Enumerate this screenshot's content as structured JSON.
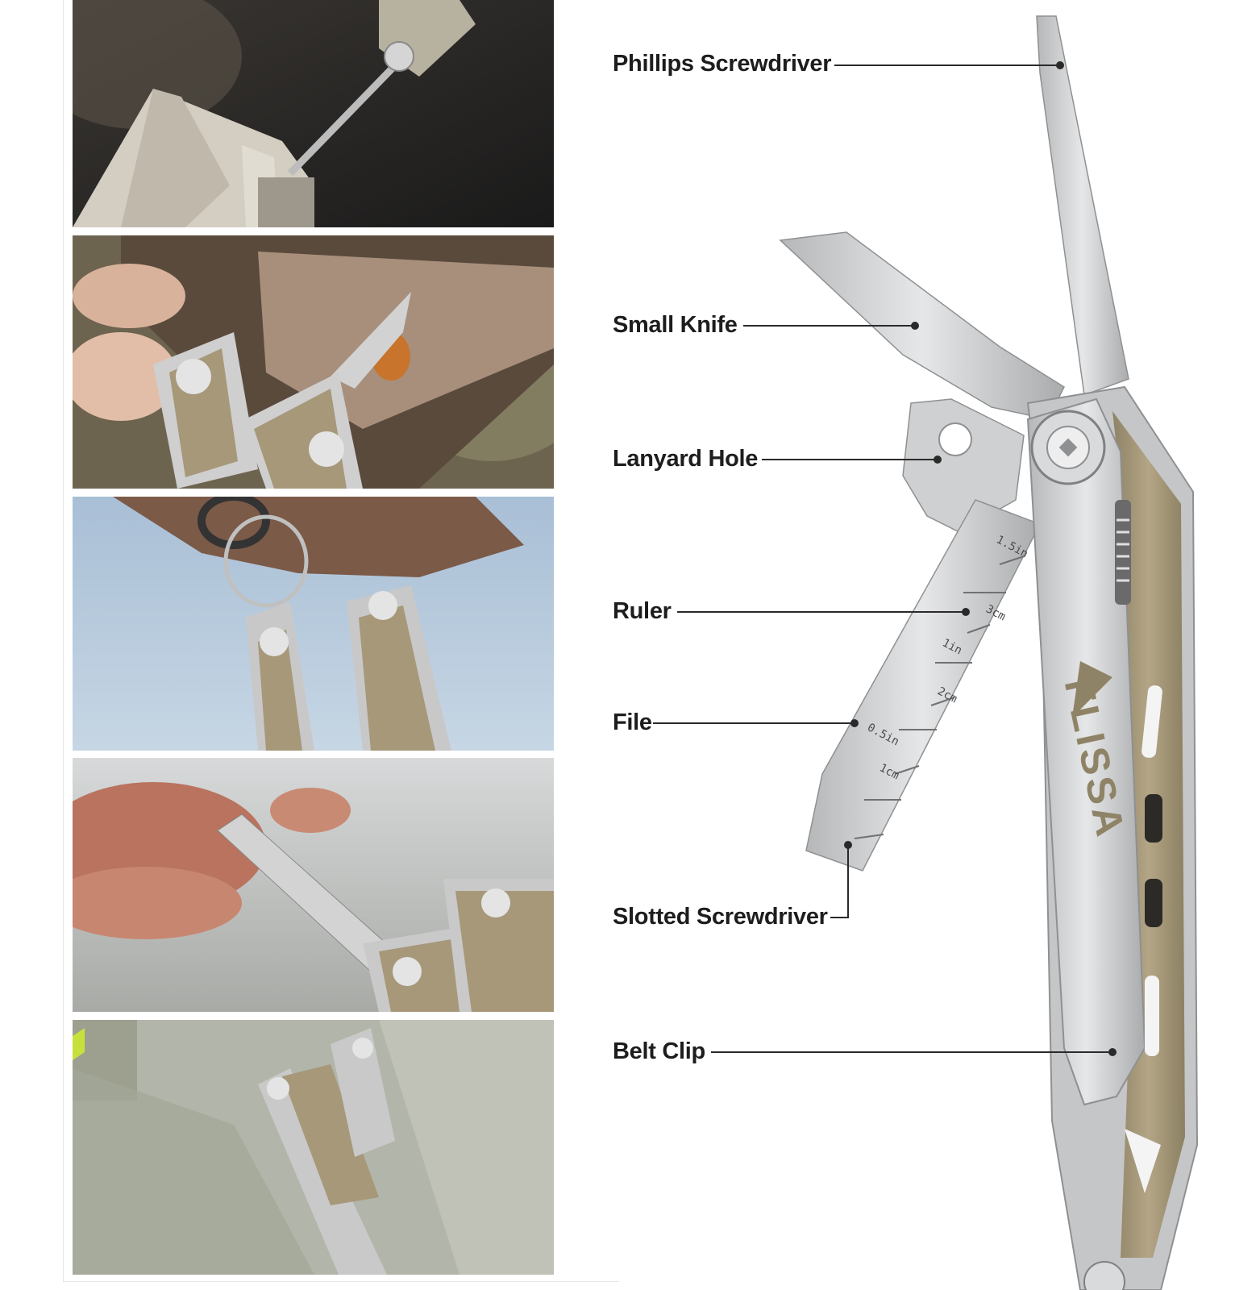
{
  "callouts": {
    "phillips": "Phillips Screwdriver",
    "knife": "Small Knife",
    "lanyard": "Lanyard Hole",
    "ruler": "Ruler",
    "file": "File",
    "slotted": "Slotted Screwdriver",
    "clip": "Belt Clip"
  },
  "ruler_marks": {
    "m1": "1.5in",
    "m2": "3cm",
    "m3": "1in",
    "m4": "2cm",
    "m5": "0.5in",
    "m6": "1cm"
  },
  "brand": "FLISSA",
  "colors": {
    "steel": "#c9cacb",
    "steel_dark": "#9a9c9e",
    "handle_tan": "#a89a7c",
    "text": "#1d1d1d"
  }
}
